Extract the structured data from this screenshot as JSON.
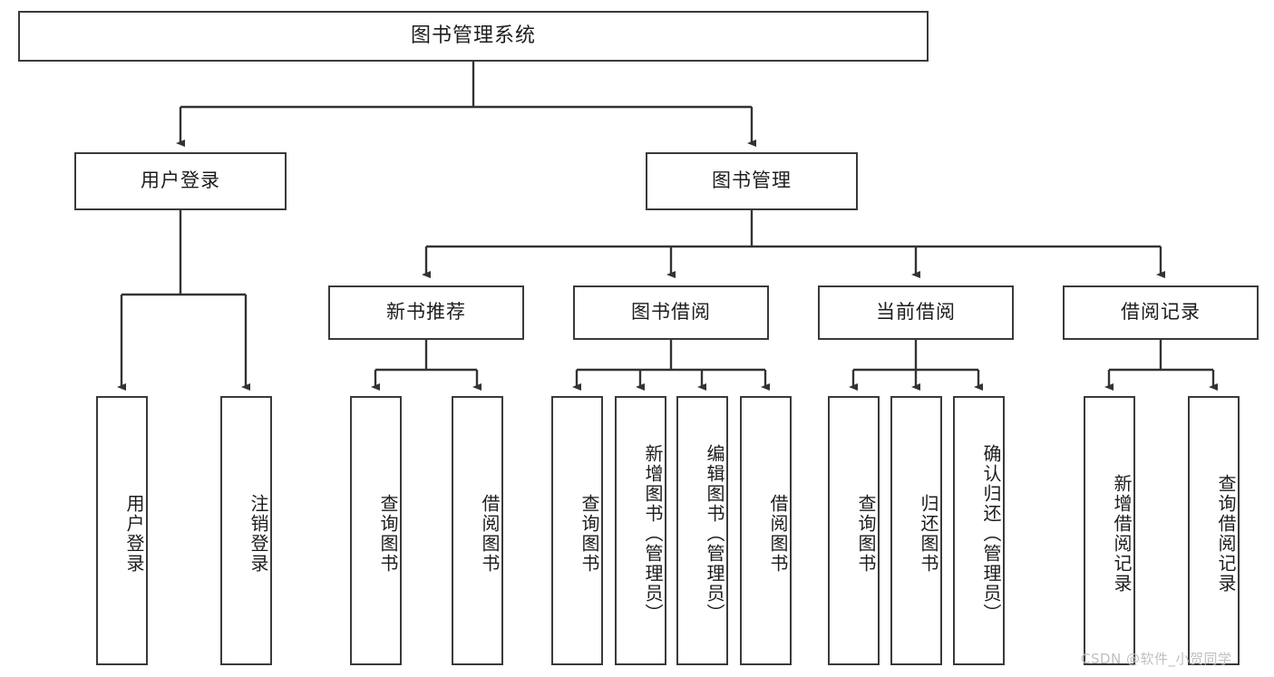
{
  "diagram": {
    "type": "hierarchy-tree",
    "title": "图书管理系统",
    "levels": 4,
    "root": {
      "label": "图书管理系统"
    },
    "level2": [
      {
        "label": "用户登录"
      },
      {
        "label": "图书管理"
      }
    ],
    "level3": [
      {
        "label": "新书推荐"
      },
      {
        "label": "图书借阅"
      },
      {
        "label": "当前借阅"
      },
      {
        "label": "借阅记录"
      }
    ],
    "leaves": [
      {
        "label": "用户登录",
        "parent": "用户登录"
      },
      {
        "label": "注销登录",
        "parent": "用户登录"
      },
      {
        "label": "查询图书",
        "parent": "新书推荐"
      },
      {
        "label": "借阅图书",
        "parent": "新书推荐"
      },
      {
        "label": "查询图书",
        "parent": "图书借阅"
      },
      {
        "label": "新增图书（管理员）",
        "parent": "图书借阅"
      },
      {
        "label": "编辑图书（管理员）",
        "parent": "图书借阅"
      },
      {
        "label": "借阅图书",
        "parent": "图书借阅"
      },
      {
        "label": "查询图书",
        "parent": "当前借阅"
      },
      {
        "label": "归还图书",
        "parent": "当前借阅"
      },
      {
        "label": "确认归还（管理员）",
        "parent": "当前借阅"
      },
      {
        "label": "新增借阅记录",
        "parent": "借阅记录"
      },
      {
        "label": "查询借阅记录",
        "parent": "借阅记录"
      }
    ]
  },
  "watermark": {
    "text": "CSDN @软件_小贺同学"
  },
  "colors": {
    "border": "#3a3a3a",
    "text": "#1c1c1c",
    "background": "#ffffff",
    "connector": "#333333",
    "watermark": "#bfbfbf"
  }
}
